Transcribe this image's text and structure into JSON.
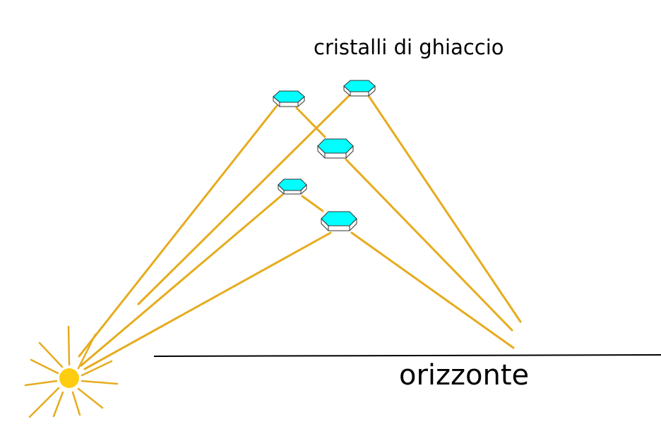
{
  "labels": {
    "crystals": "cristalli di ghiaccio",
    "horizon": "orizzonte"
  },
  "colors": {
    "ray": "#e6ac1e",
    "sun": "#ffcc10",
    "crystal_top": "#00ffff",
    "crystal_side": "#ffffff",
    "outline": "#333333",
    "horizon_line": "#000000"
  },
  "elements": {
    "sun": "sun",
    "crystal_count": 5,
    "ray_paths": 5
  }
}
